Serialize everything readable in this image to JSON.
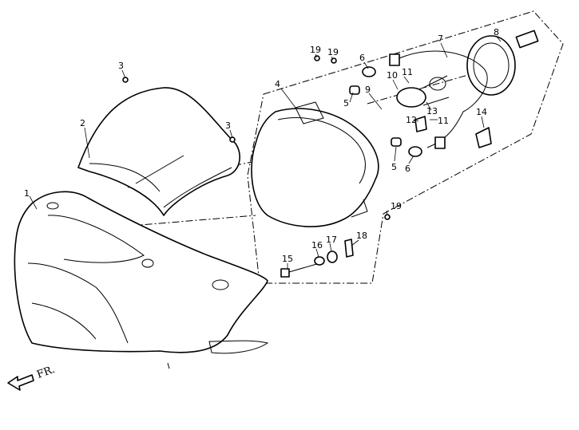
{
  "diagram": {
    "callouts": [
      "1",
      "2",
      "3",
      "3",
      "4",
      "5",
      "5",
      "6",
      "6",
      "7",
      "8",
      "9",
      "10",
      "11",
      "11",
      "12",
      "13",
      "14",
      "15",
      "16",
      "17",
      "18",
      "19",
      "19",
      "19"
    ],
    "direction_label": "FR."
  }
}
